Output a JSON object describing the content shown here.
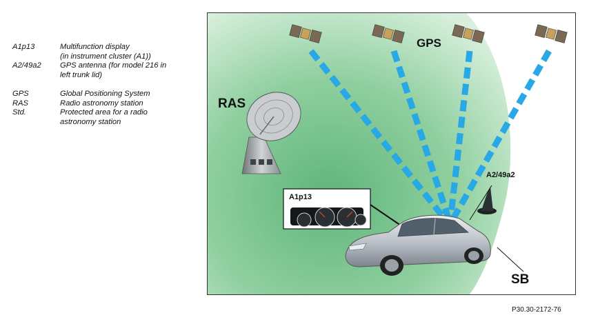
{
  "legend": [
    {
      "code": "A1p13",
      "desc": "Multifunction display\n(in instrument cluster (A1))"
    },
    {
      "code": "A2/49a2",
      "desc": "GPS antenna (for model 216 in\nleft trunk lid)"
    },
    {
      "gap": true
    },
    {
      "code": "GPS",
      "desc": "Global Positioning System"
    },
    {
      "code": "RAS",
      "desc": "Radio astronomy station"
    },
    {
      "code": "Std.",
      "desc": "Protected area for a radio\nastronomy station"
    }
  ],
  "diagram": {
    "labels": {
      "gps": "GPS",
      "ras": "RAS",
      "antenna": "A2/49a2",
      "display": "A1p13",
      "sb": "SB"
    },
    "colors": {
      "zone": "#8fcf9f",
      "beam": "#29a8e6",
      "car": "#c7ccd2"
    }
  },
  "caption": "P30.30-2172-76"
}
